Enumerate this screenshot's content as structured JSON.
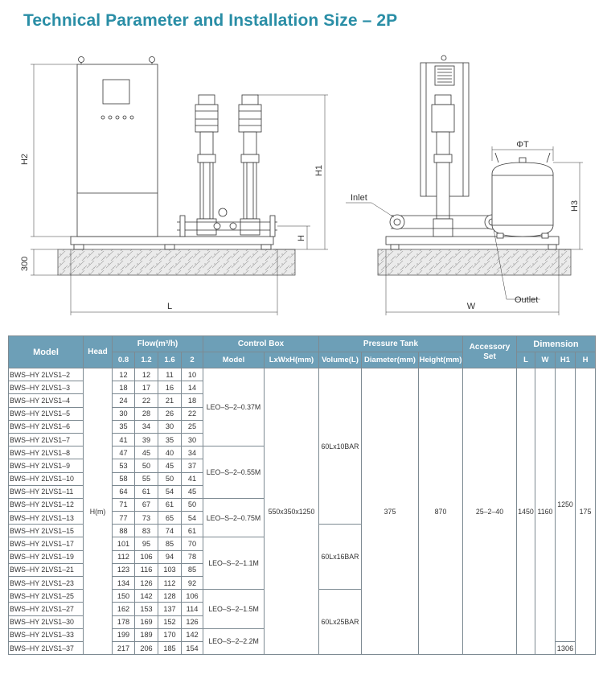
{
  "title": "Technical Parameter and Installation Size – 2P",
  "drawing": {
    "labels": {
      "h2": "H2",
      "h1": "H1",
      "h": "H",
      "base": "300",
      "l": "L",
      "inlet": "Inlet",
      "outlet": "Outlet",
      "phi_t": "ΦT",
      "h3": "H3",
      "w": "W"
    }
  },
  "table": {
    "headers": {
      "model": "Model",
      "head": "Head",
      "flow": "Flow(m³/h)",
      "flow_cols": [
        "0.8",
        "1.2",
        "1.6",
        "2"
      ],
      "control_box": "Control Box",
      "cb_model": "Model",
      "cb_size": "LxWxH(mm)",
      "pressure_tank": "Pressure Tank",
      "volume": "Volume(L)",
      "diameter": "Diameter(mm)",
      "height": "Height(mm)",
      "accessory": "Accessory Set",
      "dimension": "Dimension",
      "dim_cols": [
        "L",
        "W",
        "H1",
        "H"
      ]
    },
    "rows": [
      {
        "model": "BWS–HY 2LVS1–2",
        "flow": [
          "12",
          "12",
          "11",
          "10"
        ]
      },
      {
        "model": "BWS–HY 2LVS1–3",
        "flow": [
          "18",
          "17",
          "16",
          "14"
        ]
      },
      {
        "model": "BWS–HY 2LVS1–4",
        "flow": [
          "24",
          "22",
          "21",
          "18"
        ]
      },
      {
        "model": "BWS–HY 2LVS1–5",
        "flow": [
          "30",
          "28",
          "26",
          "22"
        ]
      },
      {
        "model": "BWS–HY 2LVS1–6",
        "flow": [
          "35",
          "34",
          "30",
          "25"
        ]
      },
      {
        "model": "BWS–HY 2LVS1–7",
        "flow": [
          "41",
          "39",
          "35",
          "30"
        ]
      },
      {
        "model": "BWS–HY 2LVS1–8",
        "flow": [
          "47",
          "45",
          "40",
          "34"
        ]
      },
      {
        "model": "BWS–HY 2LVS1–9",
        "flow": [
          "53",
          "50",
          "45",
          "37"
        ]
      },
      {
        "model": "BWS–HY 2LVS1–10",
        "flow": [
          "58",
          "55",
          "50",
          "41"
        ]
      },
      {
        "model": "BWS–HY 2LVS1–11",
        "flow": [
          "64",
          "61",
          "54",
          "45"
        ]
      },
      {
        "model": "BWS–HY 2LVS1–12",
        "flow": [
          "71",
          "67",
          "61",
          "50"
        ]
      },
      {
        "model": "BWS–HY 2LVS1–13",
        "flow": [
          "77",
          "73",
          "65",
          "54"
        ]
      },
      {
        "model": "BWS–HY 2LVS1–15",
        "flow": [
          "88",
          "83",
          "74",
          "61"
        ]
      },
      {
        "model": "BWS–HY 2LVS1–17",
        "flow": [
          "101",
          "95",
          "85",
          "70"
        ]
      },
      {
        "model": "BWS–HY 2LVS1–19",
        "flow": [
          "112",
          "106",
          "94",
          "78"
        ]
      },
      {
        "model": "BWS–HY 2LVS1–21",
        "flow": [
          "123",
          "116",
          "103",
          "85"
        ]
      },
      {
        "model": "BWS–HY 2LVS1–23",
        "flow": [
          "134",
          "126",
          "112",
          "92"
        ]
      },
      {
        "model": "BWS–HY 2LVS1–25",
        "flow": [
          "150",
          "142",
          "128",
          "106"
        ]
      },
      {
        "model": "BWS–HY 2LVS1–27",
        "flow": [
          "162",
          "153",
          "137",
          "114"
        ]
      },
      {
        "model": "BWS–HY 2LVS1–30",
        "flow": [
          "178",
          "169",
          "152",
          "126"
        ]
      },
      {
        "model": "BWS–HY 2LVS1–33",
        "flow": [
          "199",
          "189",
          "170",
          "142"
        ]
      },
      {
        "model": "BWS–HY 2LVS1–37",
        "flow": [
          "217",
          "206",
          "185",
          "154"
        ]
      }
    ],
    "head_value": "H(m)",
    "control_box_models": [
      {
        "label": "LEO–S–2–0.37M",
        "span": 6
      },
      {
        "label": "LEO–S–2–0.55M",
        "span": 4
      },
      {
        "label": "LEO–S–2–0.75M",
        "span": 3
      },
      {
        "label": "LEO–S–2–1.1M",
        "span": 4
      },
      {
        "label": "LEO–S–2–1.5M",
        "span": 3
      },
      {
        "label": "LEO–S–2–2.2M",
        "span": 2
      }
    ],
    "control_box_size": "550x350x1250",
    "tank_volumes": [
      {
        "label": "60Lx10BAR",
        "span": 12
      },
      {
        "label": "60Lx16BAR",
        "span": 5
      },
      {
        "label": "60Lx25BAR",
        "span": 5
      }
    ],
    "tank_diameter": "375",
    "tank_height": "870",
    "accessory": "25–2–40",
    "dim_l": "1450",
    "dim_w": "1160",
    "dim_h1": "1250",
    "dim_h1_last": "1306",
    "dim_h": "175"
  }
}
